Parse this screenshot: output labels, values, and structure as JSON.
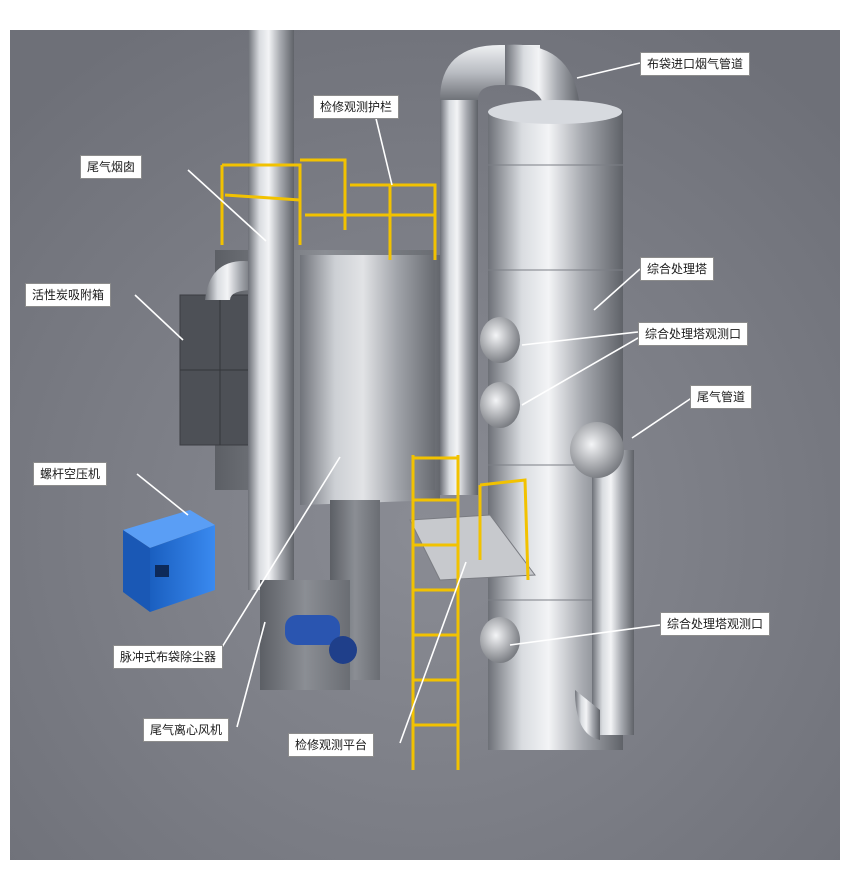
{
  "labels": {
    "bag_inlet_flue_pipe": "布袋进口烟气管道",
    "maintenance_guardrail": "检修观测护栏",
    "tail_gas_chimney": "尾气烟囱",
    "integrated_tower": "综合处理塔",
    "activated_carbon_box": "活性炭吸附箱",
    "tower_observation_port_upper": "综合处理塔观测口",
    "tail_gas_pipe": "尾气管道",
    "screw_air_compressor": "螺杆空压机",
    "tower_observation_port_lower": "综合处理塔观测口",
    "pulse_bag_dust_collector": "脉冲式布袋除尘器",
    "tail_gas_centrifugal_fan": "尾气离心风机",
    "maintenance_platform": "检修观测平台"
  },
  "colors": {
    "background": "#7e8088",
    "steel": "#b4b7bd",
    "guardrail": "#f2c200",
    "compressor": "#1f6fd6",
    "motor": "#2a55b0",
    "filter_green": "#3aa83a"
  }
}
